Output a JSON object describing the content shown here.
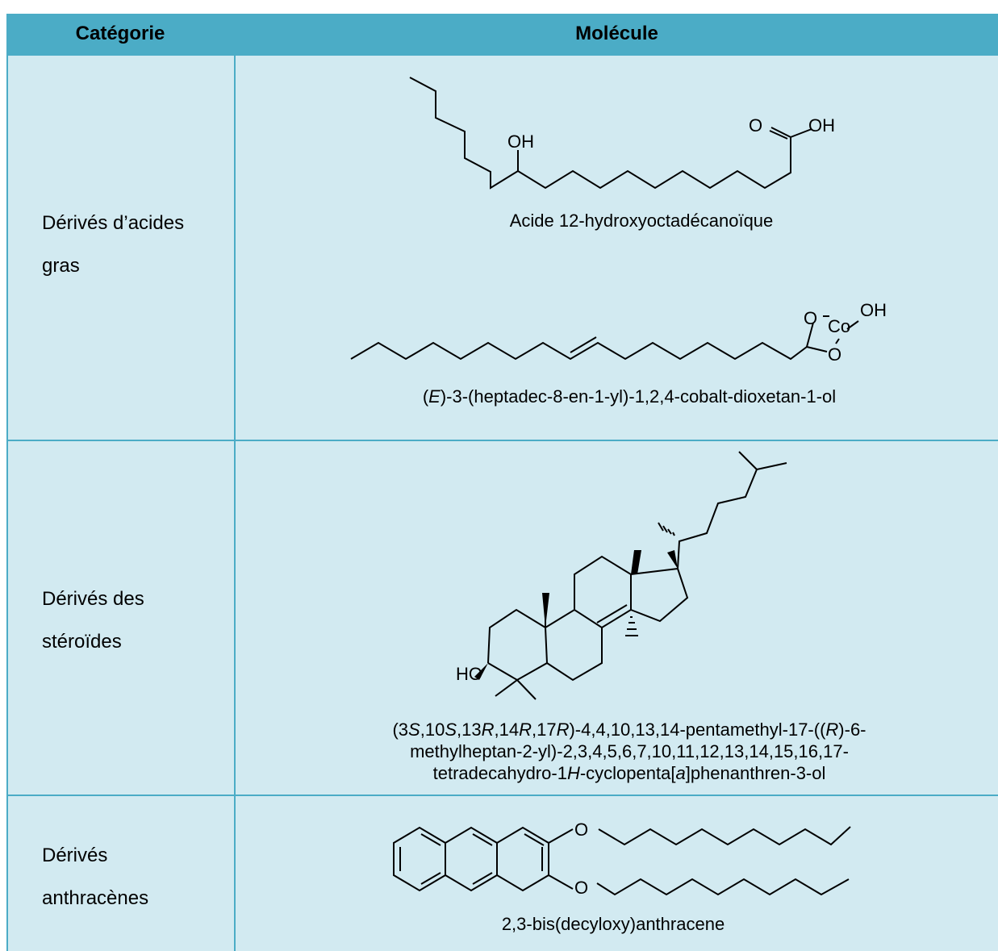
{
  "table": {
    "header": {
      "col1": "Catégorie",
      "col2": "Molécule"
    },
    "rows": [
      {
        "category_line1": "Dérivés d’acides",
        "category_line2": "gras",
        "molecules": [
          {
            "name": "Acide 12-hydroxyoctadécanoïque",
            "labels": [
              "OH",
              "O",
              "OH"
            ]
          },
          {
            "name_prefix": "(",
            "name_italic": "E",
            "name_rest": ")-3-(heptadec-8-en-1-yl)-1,2,4-cobalt-dioxetan-1-ol",
            "labels": [
              "O",
              "Co",
              "OH",
              "O"
            ]
          }
        ]
      },
      {
        "category_line1": "Dérivés des",
        "category_line2": "stéroïdes",
        "molecules": [
          {
            "labels": [
              "HO"
            ],
            "name_line1_parts": [
              "(3",
              "S",
              ",10",
              "S",
              ",13",
              "R",
              ",14",
              "R",
              ",17",
              "R",
              ")-4,4,10,13,14-pentamethyl-17-((",
              "R",
              ")-6-"
            ],
            "name_line2": "methylheptan-2-yl)-2,3,4,5,6,7,10,11,12,13,14,15,16,17-",
            "name_line3_parts": [
              "tetradecahydro-1",
              "H",
              "-cyclopenta[",
              "a",
              "]phenanthren-3-ol"
            ]
          }
        ]
      },
      {
        "category_line1": "Dérivés",
        "category_line2": "anthracènes",
        "molecules": [
          {
            "name": "2,3-bis(decyloxy)anthracene",
            "labels": [
              "O",
              "O"
            ]
          }
        ]
      }
    ]
  },
  "colors": {
    "header": "#4bacc6",
    "row": "#d2eaf1",
    "border": "#4bacc6"
  }
}
